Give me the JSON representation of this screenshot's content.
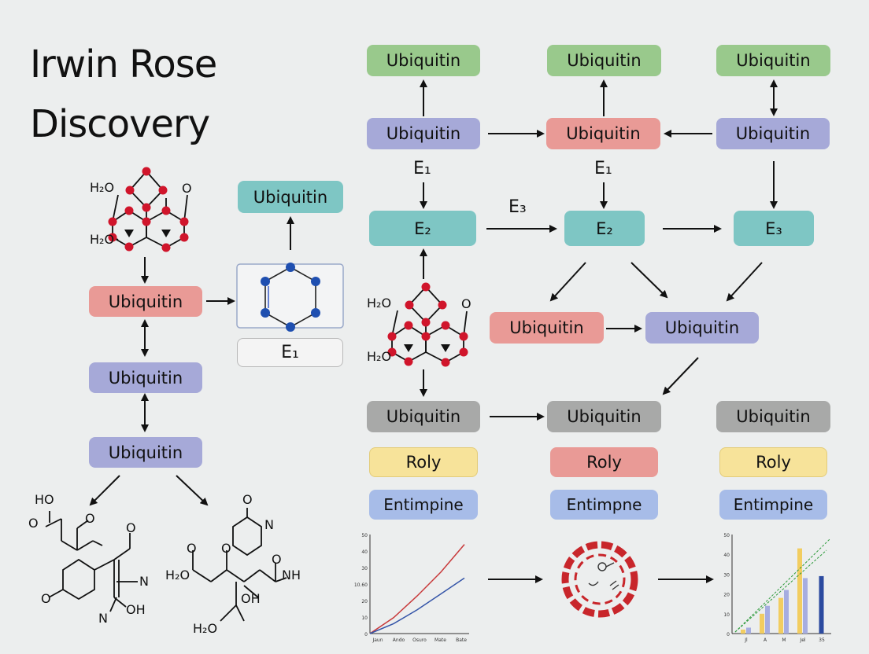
{
  "title_line1": "Irwin Rose",
  "title_line2": "Discovery",
  "nodes": {
    "r1_left": "Ubiquitin",
    "r1_mid": "Ubiquitin",
    "r1_right": "Ubiquitin",
    "r2_left": "Ubiquitin",
    "r2_mid": "Ubiquitin",
    "r2_right": "Ubiquitin",
    "r3_left": "E₂",
    "r3_mid": "E₂",
    "r3_right": "E₃",
    "r4_left": "Ubiquitin",
    "r4_right": "Ubiquitin",
    "r5_left": "Ubiquitin",
    "r5_mid": "Ubiquitin",
    "r5_right": "Ubiquitin",
    "r6_left": "Roly",
    "r6_mid": "Roly",
    "r6_right": "Roly",
    "r7_left": "Entimpine",
    "r7_mid": "Entimpne",
    "r7_right": "Entimpine",
    "side_ubiq_top": "Ubiquitin",
    "side_e1": "E₁",
    "left_ubiq1": "Ubiquitin",
    "left_ubiq2": "Ubiquitin",
    "left_ubiq3": "Ubiquitin"
  },
  "edge_labels": {
    "e1_left": "E₁",
    "e1_mid": "E₁",
    "e3": "E₃"
  },
  "molecule_labels": {
    "m1_top": "H₂O",
    "m1_bot": "H₂O",
    "m1_o": "O",
    "m2_top": "H₂O",
    "m2_bot": "H₂O",
    "m2_o": "O",
    "m3_ho": "HO",
    "m3_o1": "O",
    "m3_o2": "O",
    "m3_o3": "O",
    "m3_o4": "O",
    "m3_n": "N",
    "m3_oh": "OH",
    "m3_n2": "N",
    "m4_o1": "O",
    "m4_n1": "N",
    "m4_h2o": "H₂O",
    "m4_o2": "O",
    "m4_o3": "O",
    "m4_nh": "NH",
    "m4_oh": "OH",
    "m4_h2o2": "H₂O",
    "m4_o4": "O"
  },
  "chart_data": [
    {
      "type": "line",
      "y_ticks": [
        "50",
        "40",
        "30",
        "10.60",
        "20",
        "10",
        "0"
      ],
      "x_ticks": [
        "Jaun",
        "Ando",
        "Osuro",
        "Mate",
        "Bate"
      ],
      "series": [
        {
          "color": "#c8393a",
          "values": [
            0,
            8,
            19,
            31,
            45
          ]
        },
        {
          "color": "#3555a8",
          "values": [
            0,
            5,
            12,
            20,
            28
          ]
        }
      ],
      "ylim": [
        0,
        50
      ]
    },
    {
      "type": "bar",
      "y_ticks": [
        "50",
        "40",
        "30",
        "20",
        "10",
        "0"
      ],
      "categories": [
        "Jl",
        "A",
        "M",
        "Jel",
        "35"
      ],
      "series": [
        {
          "color": "#f2cd60",
          "values": [
            2,
            10,
            18,
            43,
            0
          ]
        },
        {
          "color": "#a6ade0",
          "values": [
            3,
            14,
            22,
            28,
            0
          ]
        },
        {
          "color": "#2c4ba0",
          "values": [
            0,
            0,
            0,
            0,
            29
          ]
        }
      ],
      "ylim": [
        0,
        50
      ]
    }
  ],
  "colors": {
    "green": "#99c98c",
    "purple": "#a6a9d8",
    "red": "#e99a96",
    "teal": "#7ec6c4",
    "gray": "#a8a9a8",
    "yellow": "#f7e39a",
    "blue": "#a7bce8"
  }
}
